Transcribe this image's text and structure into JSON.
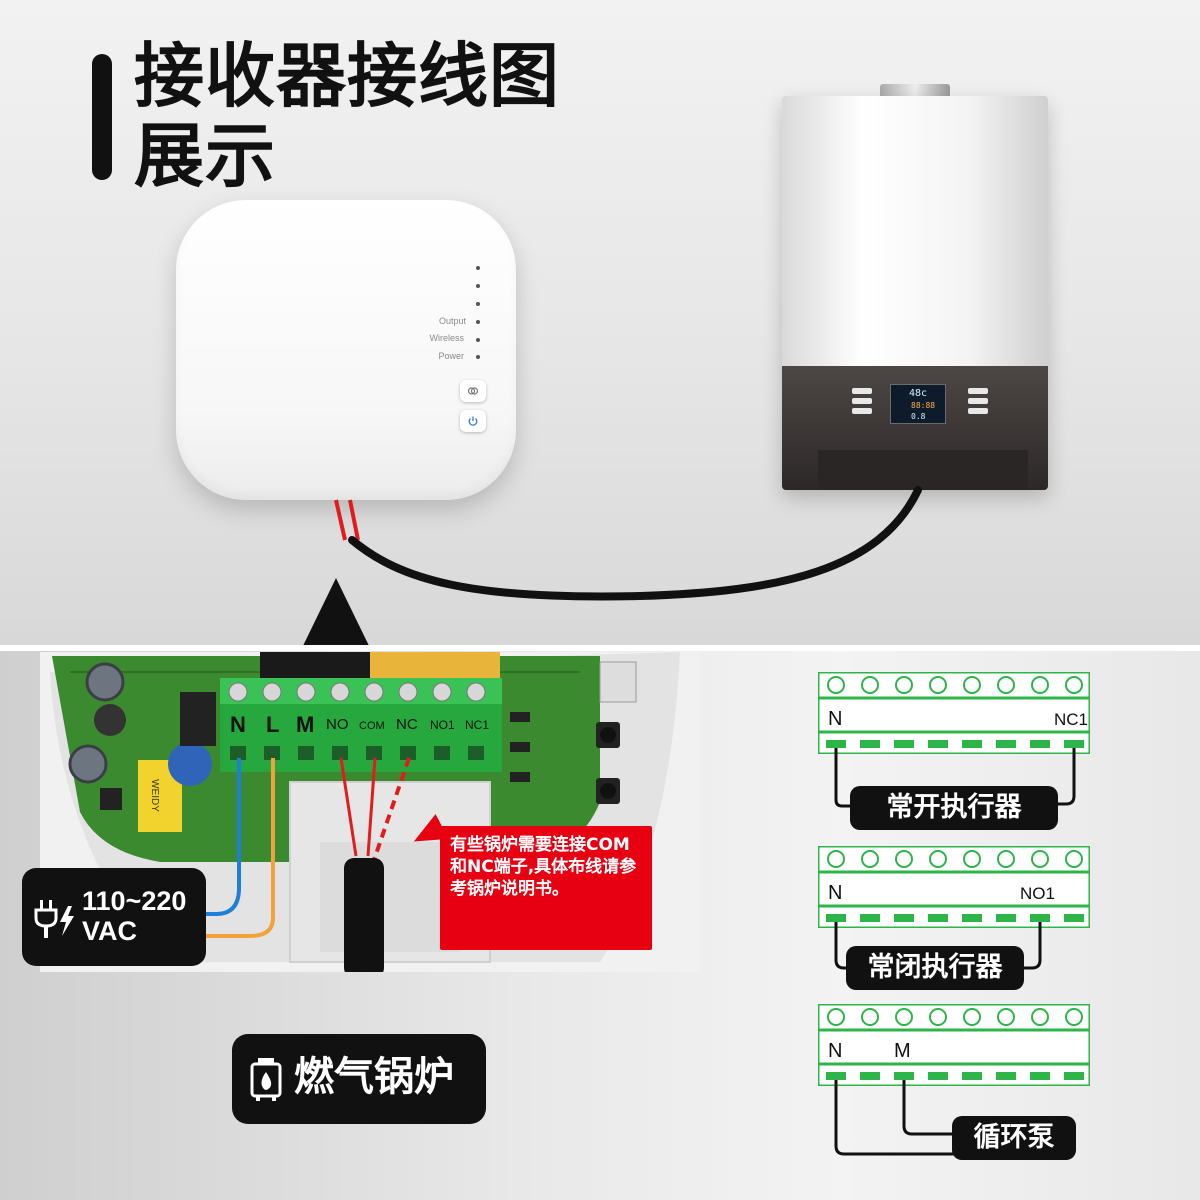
{
  "title": {
    "line1": "接收器接线图",
    "line2": "展示"
  },
  "receiver": {
    "indicators": [
      {
        "label": ""
      },
      {
        "label": ""
      },
      {
        "label": ""
      },
      {
        "label": "Output"
      },
      {
        "label": "Wireless"
      },
      {
        "label": "Power"
      }
    ],
    "buttons": [
      "link-icon",
      "power-icon"
    ]
  },
  "boiler": {
    "display": {
      "temp": "48c",
      "row2": "88:88",
      "row3": "0.8"
    }
  },
  "pcb": {
    "terminals": [
      "N",
      "L",
      "M",
      "NO",
      "COM",
      "NC",
      "NO1",
      "NC1"
    ],
    "components": [
      "WEIDY"
    ]
  },
  "notes": {
    "red": "有些锅炉需要连接COM和NC端子,具体布线请参考锅炉说明书。",
    "power": {
      "line1": "110~220",
      "line2": "VAC",
      "icon": "plug-lightning-icon"
    },
    "gas": {
      "label": "燃气锅炉",
      "icon": "boiler-flame-icon"
    }
  },
  "wiring_diagrams": [
    {
      "left_label": "N",
      "right_label": "NC1",
      "caption": "常开执行器"
    },
    {
      "left_label": "N",
      "right_label": "NO1",
      "caption": "常闭执行器"
    },
    {
      "left_label": "N",
      "right_label": "M",
      "caption": "循环泵"
    }
  ],
  "colors": {
    "terminal_green": "#2db54a",
    "note_red": "#e60012",
    "label_black": "#111111",
    "wire_red": "#e11c1c",
    "wire_blue": "#1e7fd6",
    "wire_orange": "#f2a23a"
  }
}
